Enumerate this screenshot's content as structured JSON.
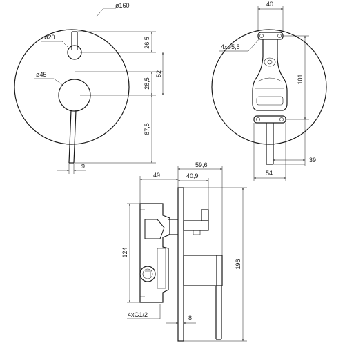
{
  "front_view": {
    "plate_diameter": "ø160",
    "lever_knob_diameter": "ø20",
    "diverter_knob_diameter": "ø45",
    "dim_top": "26,5",
    "dim_mid": "28,5",
    "dim_between": "52",
    "dim_lever_length": "87,5",
    "dim_lever_width": "9"
  },
  "rear_view": {
    "holes": "4xø5,5",
    "dim_top_width": "40",
    "dim_height": "101",
    "dim_bottom_width": "54",
    "dim_side": "39"
  },
  "side_view": {
    "dim_49": "49",
    "dim_59_6": "59,6",
    "dim_40_9": "40,9",
    "dim_124": "124",
    "dim_196": "196",
    "thread": "4xG1/2",
    "dim_8": "8"
  }
}
